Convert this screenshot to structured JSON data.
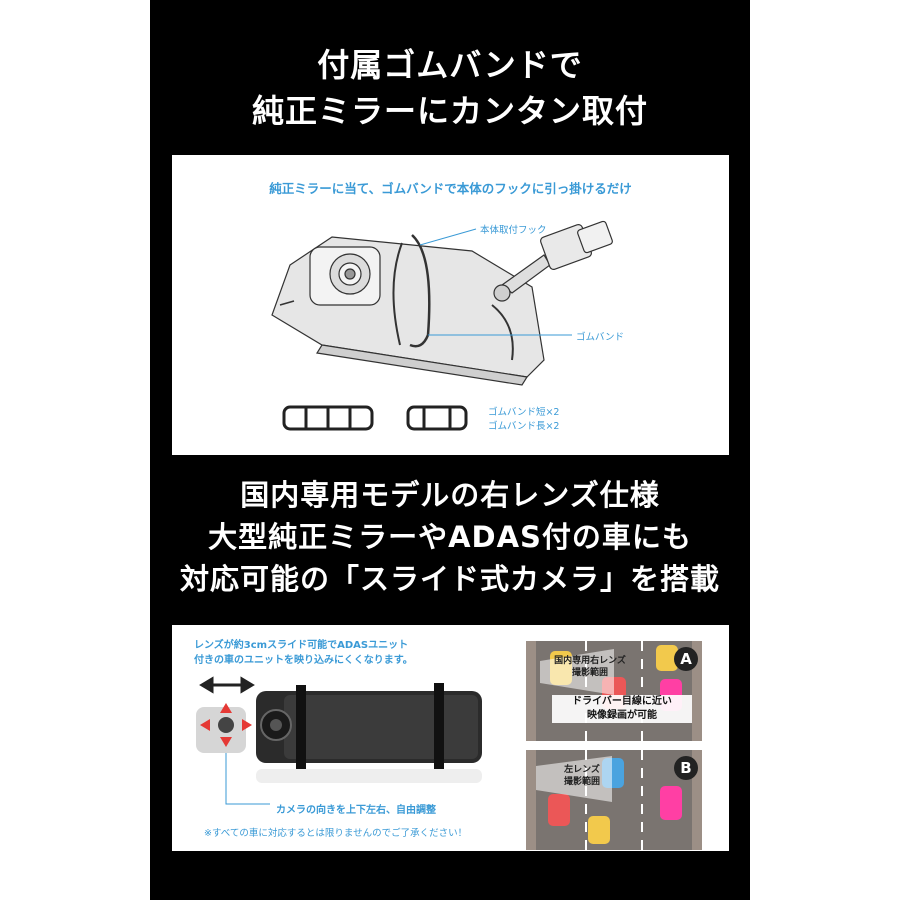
{
  "headline_top": [
    "付属ゴムバンドで",
    "純正ミラーにカンタン取付"
  ],
  "install": {
    "caption": "純正ミラーに当て、ゴムバンドで本体のフックに引っ掛けるだけ",
    "hook_label": "本体取付フック",
    "band_label": "ゴムバンド",
    "band_short": "ゴムバンド短×2",
    "band_long": "ゴムバンド長×2"
  },
  "headline_mid": [
    "国内専用モデルの右レンズ仕様",
    "大型純正ミラーやADAS付の車にも",
    "対応可能の「スライド式カメラ」を搭載"
  ],
  "slide": {
    "caption_1": "レンズが約3cmスライド可能でADASユニット",
    "caption_2": "付きの車のユニットを映り込みにくくなります。",
    "adjust_label": "カメラの向きを上下左右、自由調整",
    "note": "※すべての車に対応するとは限りませんのでご了承ください！"
  },
  "view_a": {
    "badge": "A",
    "label_1": "国内専用右レンズ",
    "label_2": "撮影範囲",
    "desc_1": "ドライバー目線に近い",
    "desc_2": "映像録画が可能"
  },
  "view_b": {
    "badge": "B",
    "label_1": "左レンズ",
    "label_2": "撮影範囲"
  }
}
